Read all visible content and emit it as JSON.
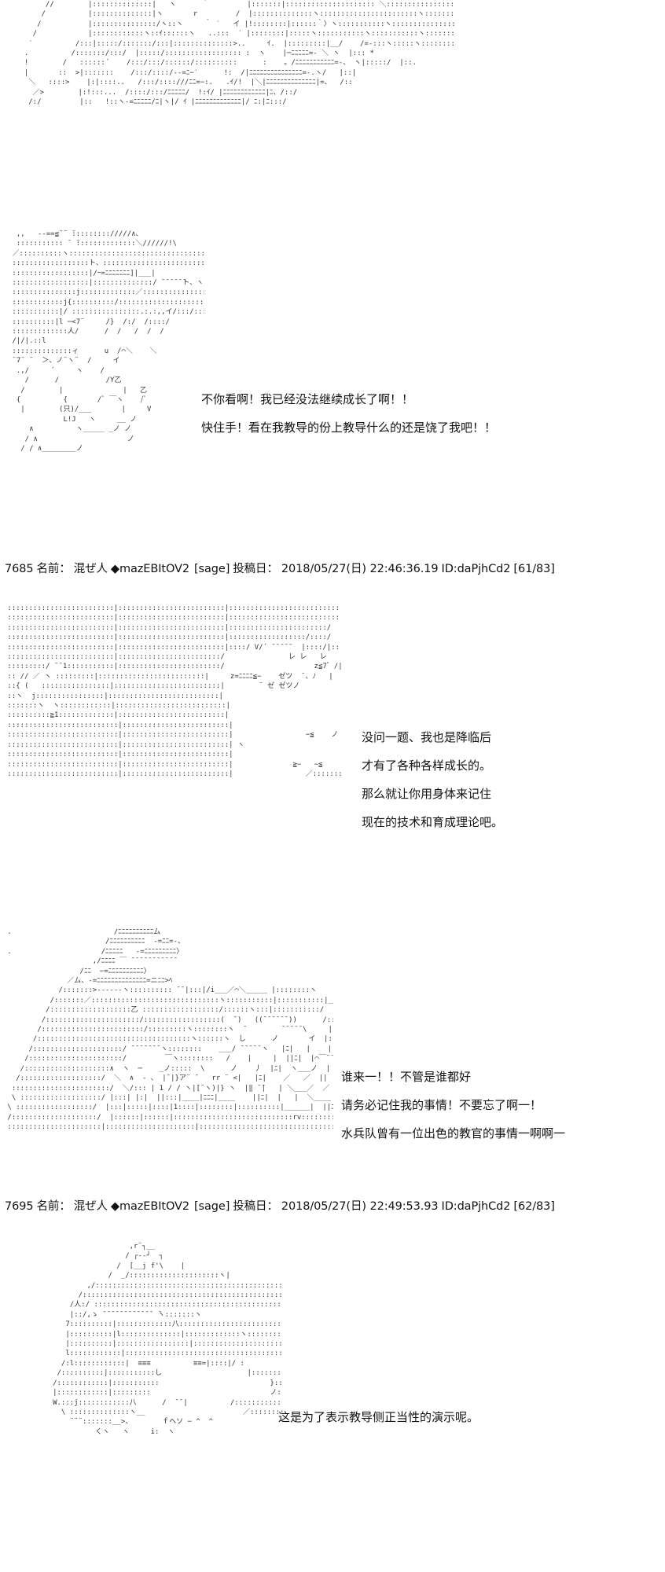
{
  "panels": [
    {
      "art": [
        "       //        |::::::::::::::|   ヽ      ｀         |:::::::|::::::::::::::::::::: ＼:::::::::::::::::::::::＼",
        "      /          |::::::::::::::|ヽ       r         /  |::::::::::::::ヽ:::::::::::::::::::::::ヽ::::::::::::::::",
        "     /           |:::::::::::::::/ヽ::ヽ     ｀ ′   イ |!::::::::|::::::｀〉ヽ:::::::::::ヽ:::::::::::::::::ヽ",
        "    /            |::::::::::::ヽ::ｲ::::::ヽ   ..:::  ′ |::::::::|:::::ヽ:::::::::::ヽ:::::::::::ヽ:::::::::::::",
        "   ′          /:::|:::::/:::::::/:::|::::::::::::::>..     ｲ.  |:::::::::|__/    /=-:::ヽ:::::ヽ::::::::",
        "  .          /:::::::/:::/  |:::::/:::::::::::::::::: :  ヽ    |─ﾆﾆﾆﾆﾆ=- ＼ ヽ  |::: *",
        "  !        /   ::::::´    /:::/:::/::::::/::::::::::      :    。/ﾆﾆﾆﾆﾆﾆﾆﾆﾆﾆﾆ=-、 ヽ|:::::/  |::.",
        "  |       ::  >|:::::::    /:::/::::/--=ﾆ−′      !:  /|ﾆﾆﾆﾆﾆﾆﾆﾆﾆﾆﾆﾆﾆﾆﾆ=‐.ヽ/   |::|",
        "   ＼   ::::>    |:|::::..   /:::/::::///ﾆﾆ=−:.   .ｲ/!  |＼|ﾆﾆﾆﾆﾆﾆﾆﾆﾆﾆﾆﾆﾆﾆ|=、  /::",
        "    ／>        |:!:::...  /::::/:::/ﾆﾆﾆﾆﾆ/  !:ｲ/ |ﾆﾆﾆﾆﾆﾆﾆﾆﾆﾆﾆﾆ|ﾆ、/::/",
        "   /:/         |::   !::ヽ-=ﾆﾆﾆﾆﾆ/ﾆ|ヽ|/ ｲ |ﾆﾆﾆﾆﾆﾆﾆﾆﾆﾆﾆﾆﾆ|/ ﾆ:|ﾆ:::/"
      ],
      "dialog": []
    },
    {
      "art": [
        "  ,,   --==≦¨¨ ̄::::::::://///∧、",
        "  ::::::::::: ̄  ̄::::::::::::::＼//////!\\",
        " ／::::::::::ヽ::::::::::::::::::::::::::::::::::f777人",
        " ::::::::::::::::::ト、:::::::::::::::::::::::::::::::::]|___|",
        " ::::::::::::::::::|/ｰ=ﾆﾆﾆﾆﾆﾆﾆ]|___|",
        " ::::::::::::::::::|::::::::::::::/ ̄ ̄ ̄ ̄ ̄ ̄ト、ヽ",
        " :::::::::::::::j:::::::::::::／:::::::::::::::::::::::::::::::|    ヽ",
        " ::::::::::::j{::::::::::/:::::::::::::::::::::::::::::::::::::::::|   ト  ヽ",
        " :::::::::::|/ ::::::::::::::::.:.:,,イ/:::/::::|::::::::::::::::::|ヽ{",
        " ::::::::::|l ─<7¨     /}  /:/  /::::/",
        " :::::::::::::人/      /  /   /  /  /",
        " /|/|.::l       ",
        " ::::::::::::::ィ      u  /⌒＼    ＼",
        " ¨7¨ ¨  ＞、ノ¨ヽ¨  /     イ",
        "  .,/     ´     ヽ    /",
        "    /      /           /Y乙",
        "   /        |              |   乙",
        "  {          {       /ﾞ ￣ヽ    /ﾞ",
        "   |        (只)/___       |     V",
        "             L!J   ヽ     __ ノ",
        "     ∧          ヽ_____ _ノ ノ",
        "    / ∧                     ノ",
        "   / / ∧________ノ"
      ],
      "dialog": [
        "不你看啊！我已经没法继续成长了啊！！",
        "快住手！看在我教导的份上教导什么的还是饶了我吧！！"
      ]
    },
    {
      "header": {
        "number": "7685",
        "name_label": "名前：",
        "name": "混ぜ人",
        "trip": "◆mazEBItOV2",
        "mail": "[sage]",
        "date_label": "投稿日：",
        "date": "2018/05/27(日) 22:46:36.19",
        "id": "ID:daPjhCd2",
        "count": "[61/83]"
      },
      "art": [
        " :::::::::::::::::::::::::|:::::::::::::::::::::::::|:::::::::::::::::::::::::::::::/|::::|    |::::::::::::::::::::::::::::::|:::::::::::::::V",
        " :::::::::::::::::::::::::|:::::::::::::::::::::::::|:::::::::::::::::::::::::::/  /|:::|    |::::::::::::::::::::::::::::::|V ::::::::::::::::",
        " :::::::::::::::::::::::::|:::::::::::::::::::::::::|:::::::::::::::::::::::/   /  レ゛   |:::::::::::::::::|:::::::::::|  V:::::::::::",
        " :::::::::::::::::::::::::|:::::::::::::::::::::::::|::::::::::::::::::/::::/      |::::::/|:::::/|:::::/リ―]:::::::::::::::",
        " :::::::::::::::::::::::::|:::::::::::::::::::::::::|::::/ V/´ ̄ ̄ ̄ ̄ ̄   |::::/|::::/|:::::/      |::::::::::::::::",
        " :::::::::::::::::::::::::|::::::::::::::::::::::::/               レ レ   レ         |::::::::::::::::/",
        " :::::::::/ ¯¯1:::::::::::|::::::::::::::::::::::::/                     z≦7゛/|:::/レ/レ1",
        " :: // ／ ヽ :::::::::|:::::::::::::::::::::::::|     z=ﾆﾆﾆﾆ≦−    ゼツ  ¨、ﾉ   |",
        " ::{ (   ::::::::::::::::|:::::::::::::::::::::::::|        ¨ ゼ ゼツノ                      |:::::::::::::::::",
        " ::ヽ  j::::::::::::::::|::::::::::::::::::::::::::|                                                 |:::::::::::::::::",
        " :::::::ヽ  ヽ::::::::::::|::::::::::::::::::::::::::|                                〉     八:::::::::::::::::",
        " ::::::::::≧1:::::::::::::|:::::::::::::::::::::::::|                                      //|:::::::::::::::::",
        " ::::::::::::::::::::::::::|:::::::::::::::::::::::::|                                             |:::::::::::::::::",
        " ::::::::::::::::::::::::::|:::::::::::::::::::::::::|                 −≦    ノ      ／     |:::::::::::::::::",
        " ::::::::::::::::::::::::::|:::::::::::::::::::::::::| ヽ                                 ／:|     |:::::::::::::::::",
        " ::::::::::::::::::::::::::|:::::::::::::::::::::::::|                                  ィ:::::|     |:::::::::::::::::",
        " ::::::::::::::::::::::::::|:::::::::::::::::::::::::|              ≧−   −≦          |:::::::|     |:::::::::::::::::",
        " ::::::::::::::::::::::::::|:::::::::::::::::::::::::|                 ／::::::::::::::::::::::::::::::::::::|     |:::::::::::::::::"
      ],
      "dialog": [
        "没问一题、我也是降临后",
        "才有了各种各样成长的。",
        "那么就让你用身体来记住",
        "现在的技术和育成理论吧。"
      ]
    },
    {
      "art": [
        " .                        /ﾆﾆﾆﾆﾆﾆﾆﾆﾆﾆム",
        "                        /ﾆﾆﾆﾆﾆﾆﾆﾆﾆﾆ  -=ﾆﾆ=-、",
        " .                     /ﾆﾆﾆﾆﾆ   -=ﾆﾆﾆﾆﾆﾆﾆﾆﾆ〉",
        "                     ,/ﾆﾆﾆﾆ ￣ ̄ ̄ ̄ ̄ ̄ ̄ ̄ ̄ ̄ ̄ ̄",
        "                  /ﾆﾆ  −=ﾆﾆﾆﾆﾆﾆﾆﾆﾆﾆ〉",
        "               ／ム、-=ﾆﾆﾆﾆﾆﾆﾆﾆﾆﾆﾆﾆﾆﾆ=ニﾆﾆ>ﾍ",
        "             /:::::::>‐‐‐‐‐‐ヽ:::::::::: ̄ ̄ |:::|/i___／⌒＼_____ |::::::::ヽ",
        "           /:::::::／::::::::::::::::::::::::::::::ヽ:::::::::::|:::::::::::|__:::::::|:::::::::::|::::::::::::/ ＼___く",
        "          /:::::::::::::::::::乙 ::::::::::::::::::/::::::ヽ:::|:::::::::::/   ヽ:::::::::::::::::::/  /  ̄ ̄ ̄ ヽ",
        "         /::::::::::::::::::::::/::::::::::::::::::(  ¯)   ((¯¯¯¯¯¯))      /:::::/       |",
        "        /::::::::::::::::::::::::/:::::::::ヽ::::::::ヽ  ¯        ¯¯¯¯¯\\     |::::::/ /      |  ||",
        "       /::::::::::::::::::::::::::::::::::::ヽ::::::ヽ  し      ノ       イ  |::::|  |        |  ||",
        "      /:::::::::::::::::::::/ ¯¯¯¯¯¯¯ヽ::::::::    ___/ ¯¯¯¯¯ヽ   |ﾆ|   |    |   ||",
        "     /::::::::::::::::::::::/         ￣ヽ::::::::   /    |     |  ||ﾆ|  |⌒￣¨¨ヽ |   ||",
        "    /::::::::::::::::::::∧  ヽ  ─    _ノ:::::  \\      ノ    丿  |ﾆ|  ヽ___ノ  |   ||",
        "   /:::::::::::::::::::/  ＼  ∧  - 、 |¯|}ア¨ ¯   rr ¨ <|   |ﾆ|    ／   ／  ||",
        "  :::::::::::::::::::::::/  ＼/::: | 1 / / ヽ|[¨ヽ)|} ヽ  |‖ ̄ ̄|   | ＼___／  ／",
        "  \\ :::::::::::::::::::/ |:::| |:|  ||:::|____|ﾆﾆﾆ|____    ||ﾆ|  |   |  ＼____ 〈",
        " \\ ::::::::::::::::::/  |:::|:::::|::::|1::::|::::::::|::::::::::|______|  ||ﾆ|   ヽ__≧ーーく",
        " /::::::::::::::::::::/  |::::::|::::::|::::::::::::::::::::::::::::rv:::::::::::   ヽ  / |:::::::::::::|:::::::::::",
        " ::::::::::::::::::::::|:::::::::::::::::::::|::::::::::::::::::::::::::::::::::::::::::::::::::::::::::::  乙/:::::::::::::::}:::::::::::::::::"
      ],
      "dialog": [
        "谁来一！！不管是谁都好",
        "请务必记住我的事情！不要忘了啊一！",
        "水兵队曾有一位出色的教官的事情一啊啊一"
      ]
    },
    {
      "header": {
        "number": "7695",
        "name_label": "名前：",
        "name": "混ぜ人",
        "trip": "◆mazEBItOV2",
        "mail": "[sage]",
        "date_label": "投稿日：",
        "date": "2018/05/27(日) 22:49:53.93",
        "id": "ID:daPjhCd2",
        "count": "[62/83]"
      },
      "art": [
        "                       ,r¨┐__",
        "                      / ┌‐‐┘  ┐",
        "                    /  [__j f'\\    |",
        "                  /  _/:::::::::::::::::::::ヽ|",
        "             ,/::::::::::::::::::::::::::::::::::::::::::::ヽ、",
        "           /::::::::::::::::::::::::::::::::::::::::::::::::::::::ヽ",
        "         /人:/ ::::::::::::::::::::::::::::::::::::::::::::::::::::::::f、",
        "         |::/,ゝ ̄ ̄ ̄ ̄ ̄ ̄ ̄ ̄ ̄ ̄ ̄ ̄  ̄ヽ:::::::ヽ",
        "        7::::::::::|:::::::::::::八::::::::::::::::::::::::::::::::::::::::::|::::::ヽ",
        "        |::::::::::|l::::::::::::::|:::::::::::::ヽ:::::::::::::::::::::::::|:::::::::::::|:::::::ヽ",
        "        |::::::::::|:::::::::::::::::|:::::::::::::::::::::::::::::::::::::::::::|:::::::::::/::",
        "        l::::::::::::|::::::::::::::::::::::::::::::::::::::::::::::::::::::::::|::::::::/ノ ::",
        "       /:l::::::::::::|  ≡≡≡          ≡≡=|::::|/ :",
        "      /::::::::::|:::::::::::し                    |:::::::::::",
        "     /::::::::::::|:::::::::::                          }::::::::::",
        "     |::::::::::::|:::::::::                            ノ:::::::",
        "     W.:::j::::::::::::八      /  ¯¯|          /::::::::::::",
        "       \\ ::::::::::::::ヽ__                       ／:::::::::::",
        "         ¨¨¨:::::::__>、       ｆヘソ − ^  ^",
        "               くヽ   ヽ     i:  ヽ"
      ],
      "dialog": [
        "这是为了表示教导侧正当性的演示呢。"
      ]
    }
  ]
}
